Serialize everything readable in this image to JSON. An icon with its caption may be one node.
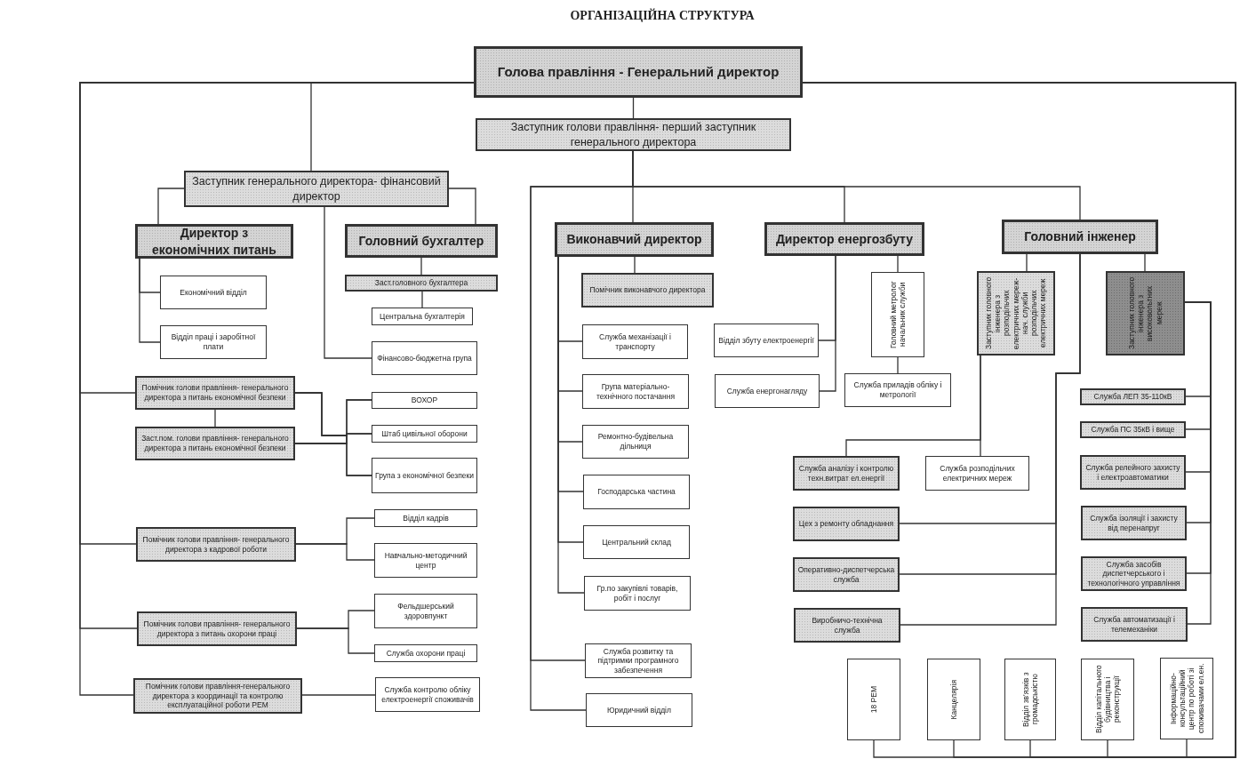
{
  "diagram": {
    "title": "ОРГАНІЗАЦІЙНА СТРУКТУРА",
    "nodes": [
      {
        "text": [
          "Голова правління - Генеральний директор"
        ]
      },
      {
        "text": [
          "Заступник голови правління- перший заступник генерального директора"
        ]
      },
      {
        "text": [
          "Заступник генерального директора- фінансовий директор"
        ]
      },
      {
        "text": [
          "Директор з економічних питань"
        ]
      },
      {
        "text": [
          "Головний бухгалтер"
        ]
      },
      {
        "text": [
          "Економічний відділ"
        ]
      },
      {
        "text": [
          "Відділ праці і заробітної плати"
        ]
      },
      {
        "text": [
          "Заст.головного бухгалтера"
        ]
      },
      {
        "text": [
          "Центральна бухгалтерія"
        ]
      },
      {
        "text": [
          "Фінансово-бюджетна група"
        ]
      },
      {
        "text": [
          "Помічник голови правління- генерального директора з питань економічної безпеки"
        ]
      },
      {
        "text": [
          "Заст.пом. голови правління- генерального директора з питань економічної безпеки"
        ]
      },
      {
        "text": [
          "ВОХОР"
        ]
      },
      {
        "text": [
          "Штаб цивільної оборони"
        ]
      },
      {
        "text": [
          "Група з економічної безпеки"
        ]
      },
      {
        "text": [
          "Відділ кадрів"
        ]
      },
      {
        "text": [
          "Навчально-методичний центр"
        ]
      },
      {
        "text": [
          "Помічник голови правління- генерального директора з кадрової роботи"
        ]
      },
      {
        "text": [
          "Фельдшерський здоровпункт"
        ]
      },
      {
        "text": [
          "Помічник голови правління- генерального директора з питань охорони праці"
        ]
      },
      {
        "text": [
          "Служба охорони праці"
        ]
      },
      {
        "text": [
          "Помічник голови правління-генерального директора з координації та контролю експлуатаційної роботи РЕМ"
        ]
      },
      {
        "text": [
          "Служба контролю обліку електроенергії споживачів"
        ]
      },
      {
        "text": [
          "Виконавчий директор"
        ]
      },
      {
        "text": [
          "Помічник виконавчого директора"
        ]
      },
      {
        "text": [
          "Служба механізації і транспорту"
        ]
      },
      {
        "text": [
          "Група матеріально-технічного постачання"
        ]
      },
      {
        "text": [
          "Ремонтно-будівельна дільниця"
        ]
      },
      {
        "text": [
          "Господарська частина"
        ]
      },
      {
        "text": [
          "Центральний склад"
        ]
      },
      {
        "text": [
          "Гр.по закупівлі товарів, робіт і послуг"
        ]
      },
      {
        "text": [
          "Служба розвитку та підтримки програмного забезпечення"
        ]
      },
      {
        "text": [
          "Юридичний відділ"
        ]
      },
      {
        "text": [
          "Директор енергозбуту"
        ]
      },
      {
        "text": [
          "Відділ збуту електроенергії"
        ]
      },
      {
        "text": [
          "Служба енергонагляду"
        ]
      },
      {
        "text": [
          "Головний метролог начальник служби"
        ]
      },
      {
        "text": [
          "Служба приладів обліку і метрології"
        ]
      },
      {
        "text": [
          "Головний інженер"
        ]
      },
      {
        "text": [
          "Заступник головного інженера з розподільчих електричних мереж- нач. служби розподільчих електричних мереж"
        ]
      },
      {
        "text": [
          "Заступник головного інженера з високовольтних мереж"
        ]
      },
      {
        "text": [
          "Служба аналізу і контролю техн.витрат ел.енергії"
        ]
      },
      {
        "text": [
          "Служба розподільчих електричних мереж"
        ]
      },
      {
        "text": [
          "Цех з ремонту обладнання"
        ]
      },
      {
        "text": [
          "Оперативно-диспетчерська служба"
        ]
      },
      {
        "text": [
          "Виробничо-технічна служба"
        ]
      },
      {
        "text": [
          "Служба ЛЕП 35-110кВ"
        ]
      },
      {
        "text": [
          "Служба ПС 35кВ і вище"
        ]
      },
      {
        "text": [
          "Служба релейного захисту і електроавтоматики"
        ]
      },
      {
        "text": [
          "Служба ізоляції і захисту від перенапруг"
        ]
      },
      {
        "text": [
          "Служба засобів диспетчерського і технологічного управління"
        ]
      },
      {
        "text": [
          "Служба автоматизації і телемеханіки"
        ]
      },
      {
        "text": [
          "18 РЕМ"
        ]
      },
      {
        "text": [
          "Канцелярія"
        ]
      },
      {
        "text": [
          "Відділ зв'язків з громадськістю"
        ]
      },
      {
        "text": [
          "Відділ капітального будівництва і реконструкції"
        ]
      },
      {
        "text": [
          "Інформаційно-консультаційний центр по роботі зі споживачами ел.ен."
        ]
      }
    ],
    "edges": [
      {
        "from": 0,
        "to": 1,
        "arrow": "none"
      },
      {
        "from": 0,
        "to": 2,
        "arrow": "none"
      },
      {
        "from": 0,
        "to": 10,
        "arrow": "none"
      },
      {
        "from": 0,
        "to": 17,
        "arrow": "none"
      },
      {
        "from": 0,
        "to": 19,
        "arrow": "none"
      },
      {
        "from": 0,
        "to": 21,
        "arrow": "none"
      },
      {
        "from": 0,
        "to": 52,
        "arrow": "none"
      },
      {
        "from": 0,
        "to": 53,
        "arrow": "none"
      },
      {
        "from": 0,
        "to": 54,
        "arrow": "none"
      },
      {
        "from": 0,
        "to": 55,
        "arrow": "none"
      },
      {
        "from": 0,
        "to": 56,
        "arrow": "none"
      },
      {
        "from": 1,
        "to": 23,
        "arrow": "none"
      },
      {
        "from": 1,
        "to": 33,
        "arrow": "none"
      },
      {
        "from": 1,
        "to": 38,
        "arrow": "none"
      },
      {
        "from": 1,
        "to": 31,
        "arrow": "none"
      },
      {
        "from": 1,
        "to": 32,
        "arrow": "none"
      },
      {
        "from": 2,
        "to": 3,
        "arrow": "none"
      },
      {
        "from": 2,
        "to": 4,
        "arrow": "none"
      },
      {
        "from": 2,
        "to": 9,
        "arrow": "none"
      },
      {
        "from": 3,
        "to": 5,
        "arrow": "none"
      },
      {
        "from": 3,
        "to": 6,
        "arrow": "none"
      },
      {
        "from": 4,
        "to": 7,
        "arrow": "none"
      },
      {
        "from": 7,
        "to": 8,
        "arrow": "none"
      },
      {
        "from": 10,
        "to": 11,
        "arrow": "none"
      },
      {
        "from": 10,
        "to": 12,
        "arrow": "none"
      },
      {
        "from": 10,
        "to": 13,
        "arrow": "none"
      },
      {
        "from": 10,
        "to": 14,
        "arrow": "none"
      },
      {
        "from": 11,
        "to": 12,
        "arrow": "none"
      },
      {
        "from": 11,
        "to": 13,
        "arrow": "none"
      },
      {
        "from": 11,
        "to": 14,
        "arrow": "none"
      },
      {
        "from": 17,
        "to": 15,
        "arrow": "none"
      },
      {
        "from": 17,
        "to": 16,
        "arrow": "none"
      },
      {
        "from": 19,
        "to": 18,
        "arrow": "none"
      },
      {
        "from": 19,
        "to": 20,
        "arrow": "none"
      },
      {
        "from": 21,
        "to": 22,
        "arrow": "none"
      },
      {
        "from": 23,
        "to": 24,
        "arrow": "none"
      },
      {
        "from": 23,
        "to": 25,
        "arrow": "none"
      },
      {
        "from": 23,
        "to": 26,
        "arrow": "none"
      },
      {
        "from": 23,
        "to": 27,
        "arrow": "none"
      },
      {
        "from": 23,
        "to": 28,
        "arrow": "none"
      },
      {
        "from": 23,
        "to": 29,
        "arrow": "none"
      },
      {
        "from": 23,
        "to": 30,
        "arrow": "none"
      },
      {
        "from": 33,
        "to": 34,
        "arrow": "none"
      },
      {
        "from": 33,
        "to": 35,
        "arrow": "none"
      },
      {
        "from": 33,
        "to": 36,
        "arrow": "none"
      },
      {
        "from": 36,
        "to": 37,
        "arrow": "none"
      },
      {
        "from": 38,
        "to": 39,
        "arrow": "none"
      },
      {
        "from": 38,
        "to": 40,
        "arrow": "none"
      },
      {
        "from": 38,
        "to": 43,
        "arrow": "none"
      },
      {
        "from": 38,
        "to": 44,
        "arrow": "none"
      },
      {
        "from": 38,
        "to": 45,
        "arrow": "none"
      },
      {
        "from": 39,
        "to": 41,
        "arrow": "none"
      },
      {
        "from": 39,
        "to": 42,
        "arrow": "none"
      },
      {
        "from": 40,
        "to": 46,
        "arrow": "none"
      },
      {
        "from": 40,
        "to": 47,
        "arrow": "none"
      },
      {
        "from": 40,
        "to": 48,
        "arrow": "none"
      },
      {
        "from": 40,
        "to": 49,
        "arrow": "none"
      },
      {
        "from": 40,
        "to": 50,
        "arrow": "none"
      },
      {
        "from": 40,
        "to": 51,
        "arrow": "none"
      }
    ]
  }
}
